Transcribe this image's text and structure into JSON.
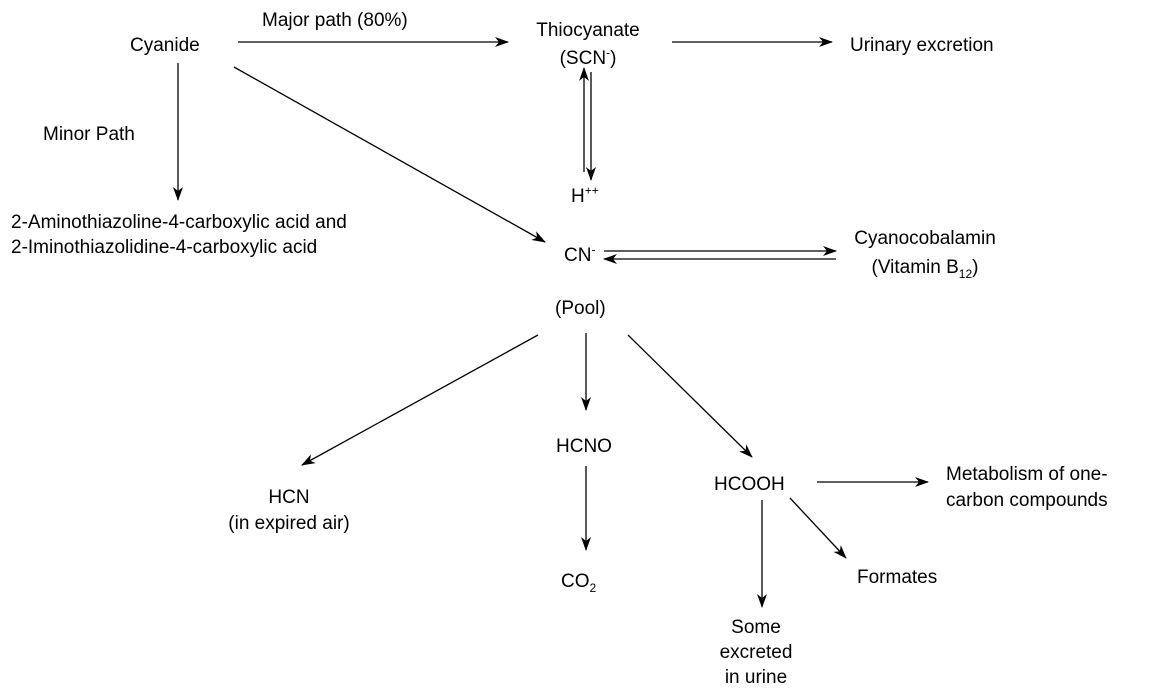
{
  "nodes": {
    "cyanide": "Cyanide",
    "major_path": "Major path (80%)",
    "minor_path": "Minor Path",
    "thiocyanate": "Thiocyanate",
    "scn_base": "(SCN",
    "scn_sup": "-",
    "scn_close": ")",
    "urinary_excretion": "Urinary excretion",
    "h_base": "H",
    "h_sup": "++",
    "amino_line1": "2-Aminothiazoline-4-carboxylic acid and",
    "amino_line2": "2-Iminothiazolidine-4-carboxylic acid",
    "cn_base": "CN",
    "cn_sup": "-",
    "cyanocobalamin": "Cyanocobalamin",
    "vitb_base": "(Vitamin B",
    "vitb_sub": "12",
    "vitb_close": ")",
    "pool": "(Pool)",
    "hcno": "HCNO",
    "hcn": "HCN",
    "expired_air": "(in expired air)",
    "co2_base": "CO",
    "co2_sub": "2",
    "hcooh": "HCOOH",
    "metabolism_line1": "Metabolism of one-",
    "metabolism_line2": "carbon compounds",
    "formates": "Formates",
    "some": "Some",
    "excreted": "excreted",
    "in_urine": "in urine"
  },
  "colors": {
    "stroke": "#000000",
    "text": "#000000",
    "background": "#ffffff"
  }
}
